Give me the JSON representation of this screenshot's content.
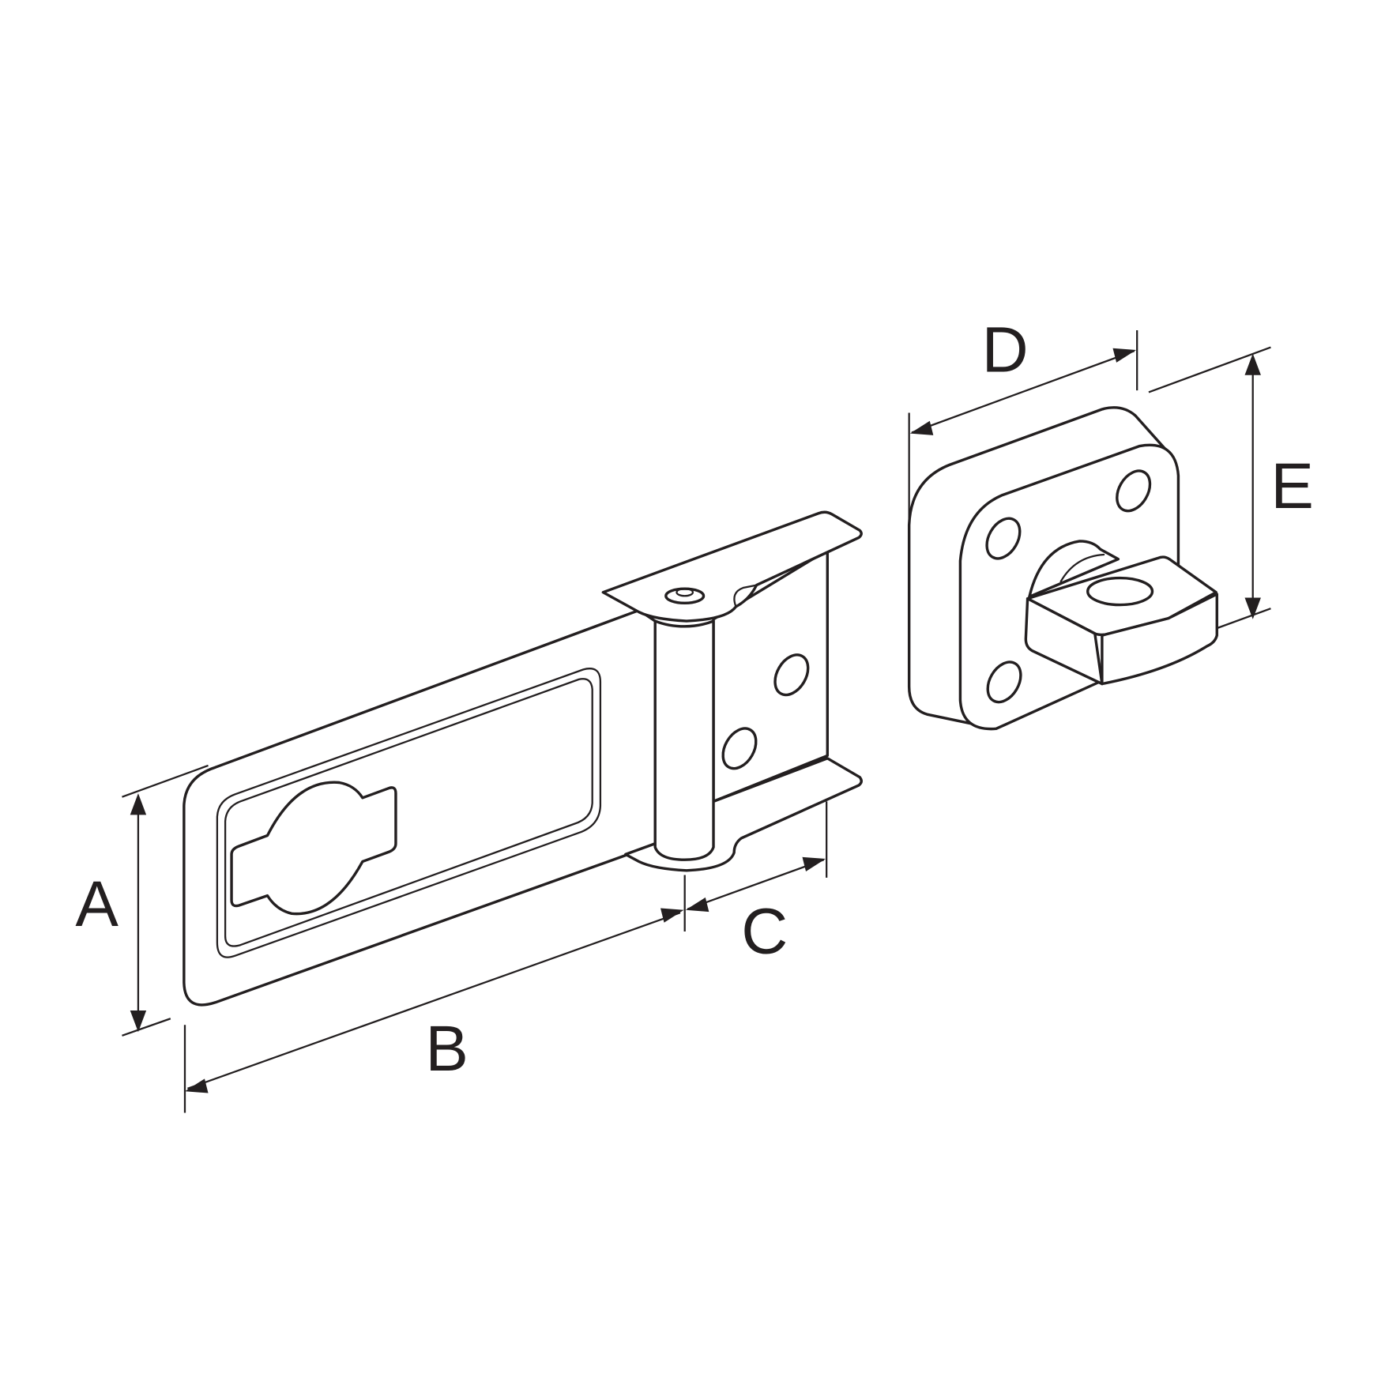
{
  "diagram": {
    "subject": "hasp and staple dimension drawing",
    "line_color": "#231f20",
    "background": "#ffffff",
    "dimension_labels": {
      "A": "A",
      "B": "B",
      "C": "C",
      "D": "D",
      "E": "E"
    },
    "parts": [
      {
        "name": "hasp",
        "features": [
          "hasp plate",
          "padlock slot",
          "hinge pin",
          "hinge leaf with 2 screw holes"
        ]
      },
      {
        "name": "staple",
        "features": [
          "base plate",
          "4 screw holes",
          "staple loop"
        ]
      }
    ]
  }
}
